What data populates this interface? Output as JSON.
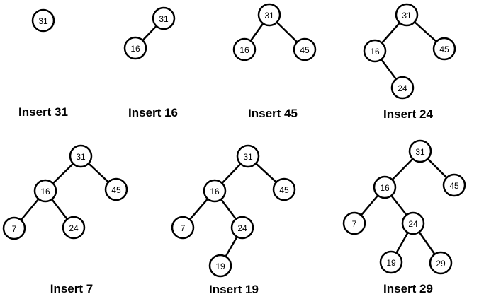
{
  "steps": [
    {
      "caption": "Insert 31",
      "nodes": [
        "31"
      ],
      "edges": []
    },
    {
      "caption": "Insert 16",
      "nodes": [
        "31",
        "16"
      ],
      "edges": [
        [
          "31",
          "16"
        ]
      ]
    },
    {
      "caption": "Insert 45",
      "nodes": [
        "31",
        "16",
        "45"
      ],
      "edges": [
        [
          "31",
          "16"
        ],
        [
          "31",
          "45"
        ]
      ]
    },
    {
      "caption": "Insert 24",
      "nodes": [
        "31",
        "16",
        "45",
        "24"
      ],
      "edges": [
        [
          "31",
          "16"
        ],
        [
          "31",
          "45"
        ],
        [
          "16",
          "24"
        ]
      ]
    },
    {
      "caption": "Insert 7",
      "nodes": [
        "31",
        "16",
        "45",
        "7",
        "24"
      ],
      "edges": [
        [
          "31",
          "16"
        ],
        [
          "31",
          "45"
        ],
        [
          "16",
          "7"
        ],
        [
          "16",
          "24"
        ]
      ]
    },
    {
      "caption": "Insert 19",
      "nodes": [
        "31",
        "16",
        "45",
        "7",
        "24",
        "19"
      ],
      "edges": [
        [
          "31",
          "16"
        ],
        [
          "31",
          "45"
        ],
        [
          "16",
          "7"
        ],
        [
          "16",
          "24"
        ],
        [
          "24",
          "19"
        ]
      ]
    },
    {
      "caption": "Insert 29",
      "nodes": [
        "31",
        "16",
        "45",
        "7",
        "24",
        "19",
        "29"
      ],
      "edges": [
        [
          "31",
          "16"
        ],
        [
          "31",
          "45"
        ],
        [
          "16",
          "7"
        ],
        [
          "16",
          "24"
        ],
        [
          "24",
          "19"
        ],
        [
          "24",
          "29"
        ]
      ]
    }
  ]
}
